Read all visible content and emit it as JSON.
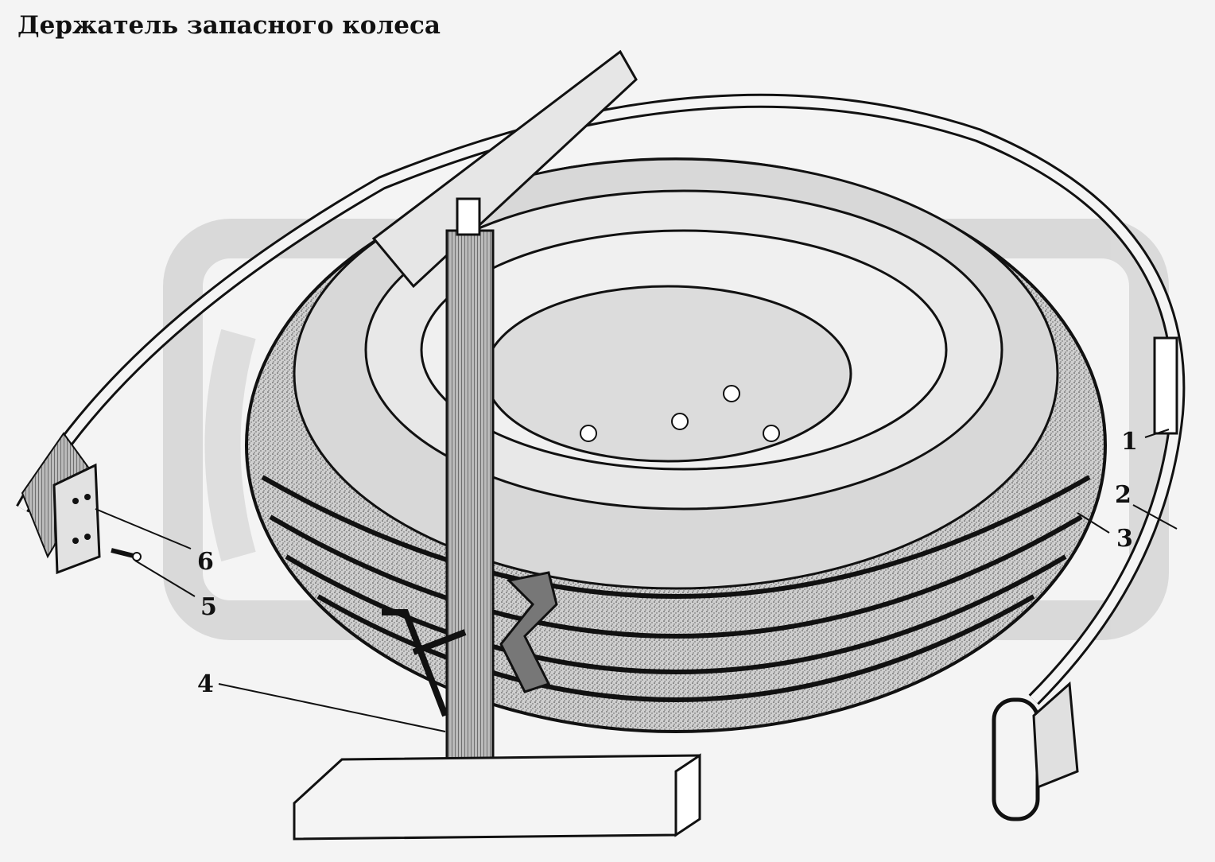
{
  "title": "Держатель запасного колеса",
  "callouts": [
    {
      "id": "1",
      "label": "1"
    },
    {
      "id": "2",
      "label": "2"
    },
    {
      "id": "3",
      "label": "3"
    },
    {
      "id": "4",
      "label": "4"
    },
    {
      "id": "5",
      "label": "5"
    },
    {
      "id": "6",
      "label": "6"
    }
  ],
  "colors": {
    "background": "#f4f4f4",
    "line": "#111111",
    "watermark": "#d2d2d2",
    "tire_fill": "#c8c8c8",
    "rim_fill": "#e8e8e8"
  }
}
